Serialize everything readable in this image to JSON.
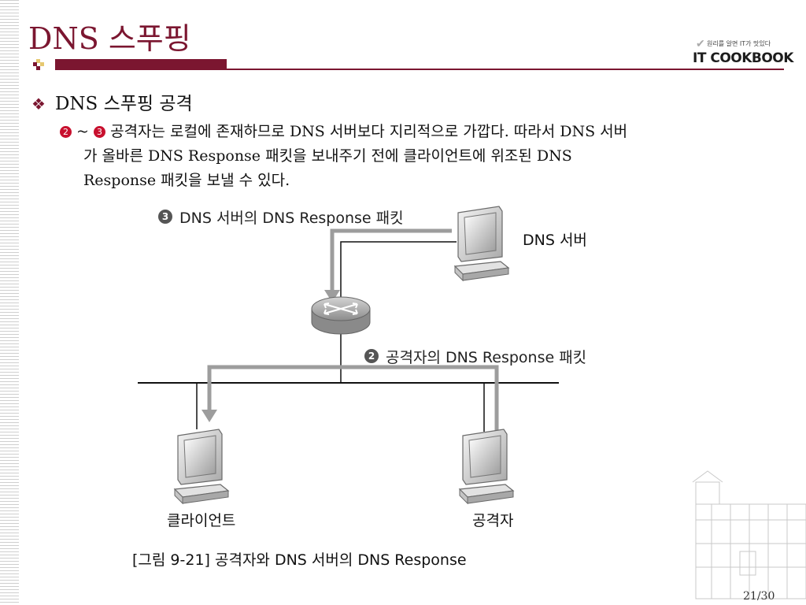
{
  "slide": {
    "title": "DNS 스푸핑",
    "logo_tagline": "원리를 알면 IT가 맛있다",
    "logo_text": "IT COOKBOOK",
    "heading": "DNS 스푸핑 공격",
    "heading_bullet": "❖",
    "num2": "2",
    "num3": "3",
    "tilde": "~",
    "line1": "공격자는 로컬에 존재하므로 DNS 서버보다 지리적으로 가깝다. 따라서 DNS 서버",
    "line2": "가 올바른 DNS Response 패킷을 보내주기 전에 클라이언트에 위조된 DNS",
    "line3": "Response 패킷을 보낼 수 있다.",
    "page_number": "21/30"
  },
  "diagram": {
    "label_dns_response": "DNS 서버의 DNS Response 패킷",
    "label_attacker_response": "공격자의 DNS Response 패킷",
    "label_dns_server": "DNS 서버",
    "label_client": "클라이언트",
    "label_attacker": "공격자",
    "caption": "[그림 9-21] 공격자와 DNS 서버의 DNS Response",
    "num3": "3",
    "num2": "2"
  }
}
